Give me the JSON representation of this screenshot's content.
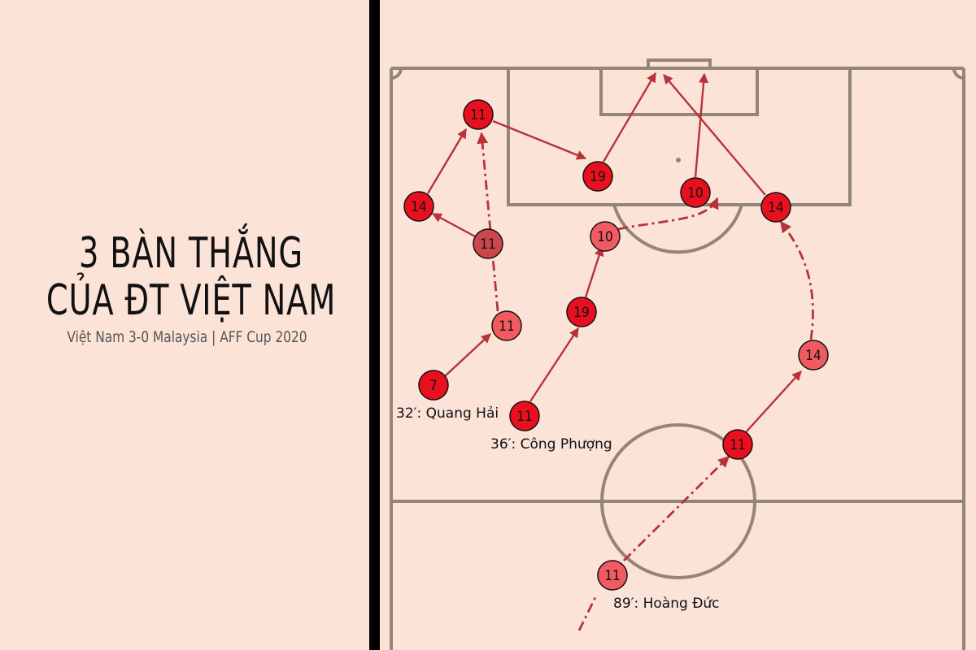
{
  "title": {
    "line1": "3 BÀN THẮNG",
    "line2": "CỦA ĐT VIỆT NAM"
  },
  "subtitle": "Việt Nam 3-0 Malaysia | AFF Cup 2020",
  "colors": {
    "background": "#fbe3d8",
    "pitch_lines": "#938677",
    "arrow": "#b8323a",
    "player_primary": "#e8101f",
    "player_secondary": "#f05a60",
    "player_faded": "#c9474d"
  },
  "goals": [
    {
      "label": "32′: Quang Hải",
      "players": [
        "7",
        "11",
        "11",
        "14",
        "11",
        "19"
      ]
    },
    {
      "label": "36′: Công Phượng",
      "players": [
        "11",
        "19",
        "10",
        "10"
      ]
    },
    {
      "label": "89′: Hoàng Đức",
      "players": [
        "11",
        "11",
        "14",
        "14"
      ]
    }
  ]
}
